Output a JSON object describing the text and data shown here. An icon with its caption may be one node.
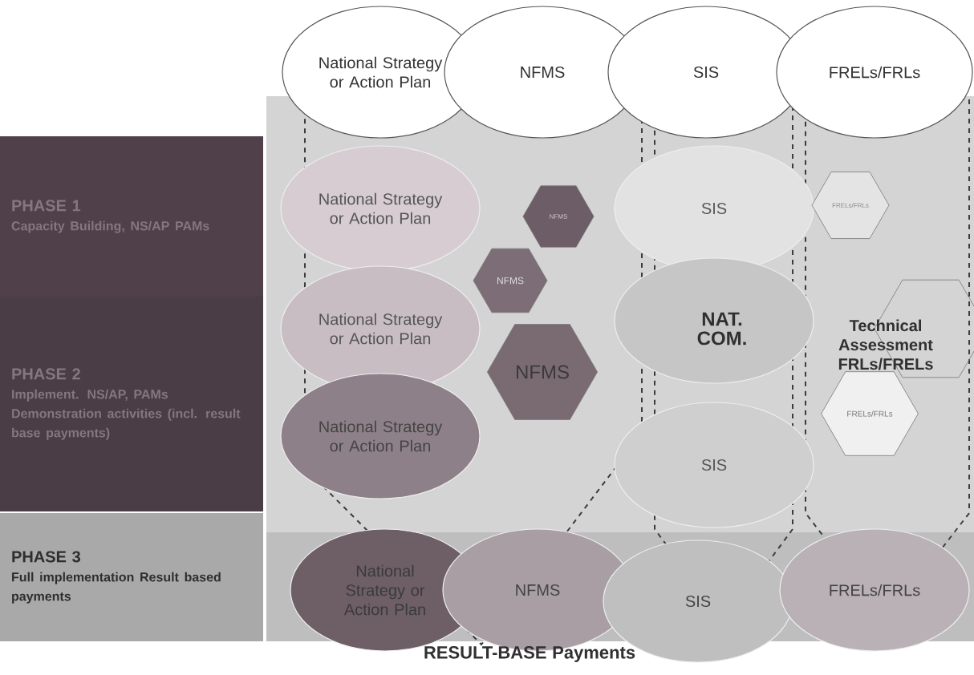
{
  "diagram": {
    "nodes": [
      {
        "text": [
          "PHASE 1",
          "Capacity Building, NS/AP PAMs"
        ]
      },
      {
        "text": [
          "PHASE 2",
          "Implement. NS/AP, PAMs Demonstration activities (incl. result base payments)"
        ]
      },
      {
        "text": [
          "PHASE 3",
          "Full implementation Result based payments"
        ]
      },
      {
        "text": [
          "National Strategy or Action Plan"
        ]
      },
      {
        "text": [
          "NFMS"
        ]
      },
      {
        "text": [
          "SIS"
        ]
      },
      {
        "text": [
          "FRELs/FRLs"
        ]
      },
      {
        "text": [
          "National Strategy or Action Plan"
        ]
      },
      {
        "text": [
          "NFMS"
        ]
      },
      {
        "text": [
          "SIS"
        ]
      },
      {
        "text": [
          "FRELs/FRLs"
        ]
      },
      {
        "text": [
          "NFMS"
        ]
      },
      {
        "text": [
          "National Strategy or Action Plan"
        ]
      },
      {
        "text": [
          "NFMS"
        ]
      },
      {
        "text": [],
        "shape": "ellipse"
      },
      {
        "text": [],
        "shape": "hexagon"
      },
      {
        "text": [
          "FRELs/FRLs"
        ]
      },
      {
        "text": [
          "National Strategy or Action Plan"
        ]
      },
      {
        "text": [
          "SIS"
        ]
      },
      {
        "text": [
          "National Strategy or Action Plan"
        ]
      },
      {
        "text": [
          "NFMS"
        ]
      },
      {
        "text": [
          "SIS"
        ]
      },
      {
        "text": [
          "FRELs/FRLs"
        ]
      }
    ],
    "labels": [
      "NAT. COM.",
      "Technical Assessment FRLs/FRELs",
      "RESULT-BASE Payments"
    ]
  }
}
